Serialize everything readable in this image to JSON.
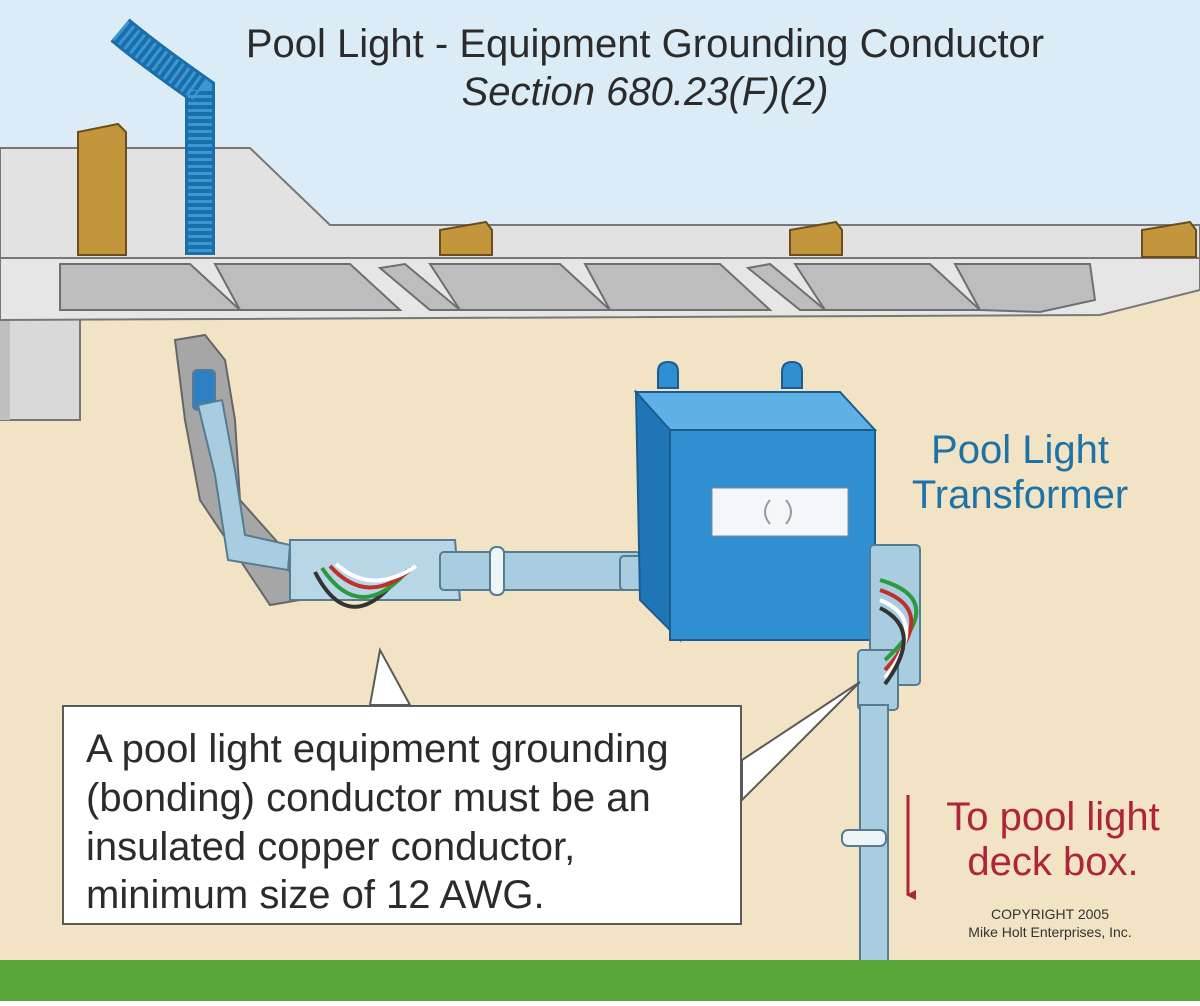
{
  "diagram": {
    "title": "Pool Light - Equipment Grounding Conductor",
    "subtitle": "Section 680.23(F)(2)",
    "transformer_label": "Pool Light\nTransformer",
    "note": "A pool light equipment grounding (bonding) conductor must be an insulated copper conductor, minimum size of 12 AWG.",
    "destination_label": "To pool light\ndeck box.",
    "copyright": "COPYRIGHT 2005\nMike Holt Enterprises, Inc."
  },
  "colors": {
    "sky": "#dcecf6",
    "wall": "#f1e3c4",
    "concrete": "#dcdcdc",
    "conduit": "#a9cde0",
    "transformer": "#2f8fd1",
    "post": "#c4963c",
    "grass": "#5aa83a",
    "accent_red": "#b0243a",
    "label_blue": "#1d73a8"
  },
  "icons": [
    "transformer-box-icon",
    "conduit-icon",
    "wire-bundle-icon",
    "down-arrow-icon"
  ]
}
